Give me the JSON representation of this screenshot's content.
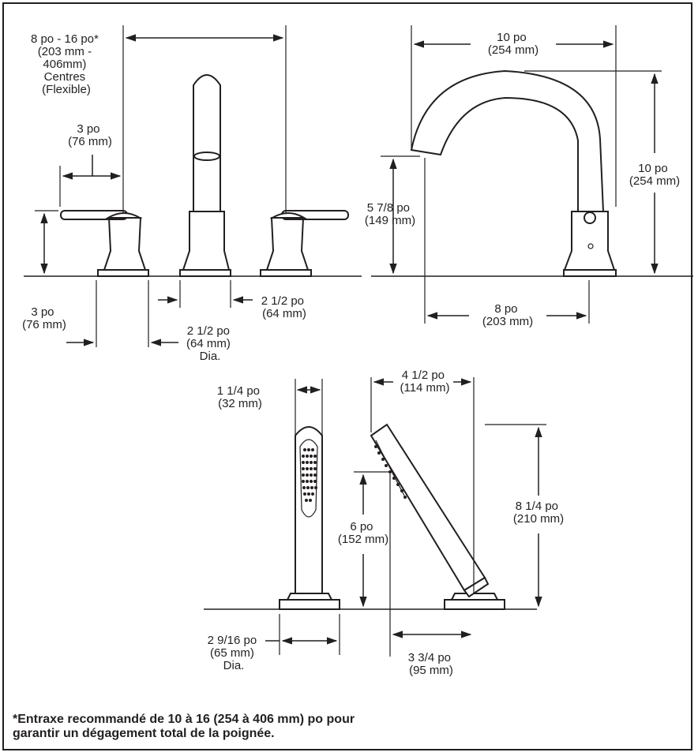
{
  "dimensions": {
    "spread": [
      "8 po - 16 po*",
      "(203 mm -",
      "406mm)",
      "Centres",
      "(Flexible)"
    ],
    "handle_reach": [
      "3 po",
      "(76 mm)"
    ],
    "handle_height": [
      "3 po",
      "(76 mm)"
    ],
    "spout_base": [
      "2 1/2 po",
      "(64 mm)"
    ],
    "handle_base_dia": [
      "2 1/2 po",
      "(64 mm)",
      "Dia."
    ],
    "spout_reach_top": [
      "10 po",
      "(254 mm)"
    ],
    "spout_height": [
      "10 po",
      "(254 mm)"
    ],
    "spout_outlet_height": [
      "5 7/8 po",
      "(149 mm)"
    ],
    "spout_reach_base": [
      "8 po",
      "(203 mm)"
    ],
    "handshower_width": [
      "1 1/4 po",
      "(32 mm)"
    ],
    "handshower_tilt_reach": [
      "4 1/2 po",
      "(114 mm)"
    ],
    "handshower_tilt_height": [
      "8 1/4 po",
      "(210 mm)"
    ],
    "handshower_lower_height": [
      "6 po",
      "(152 mm)"
    ],
    "handshower_base_dia": [
      "2 9/16 po",
      "(65 mm)",
      "Dia."
    ],
    "handshower_base_offset": [
      "3 3/4 po",
      "(95 mm)"
    ]
  },
  "footnote": {
    "line1": "*Entraxe recommandé de 10 à 16 (254 à 406 mm) po pour",
    "line2": "garantir un dégagement total de la poignée."
  }
}
